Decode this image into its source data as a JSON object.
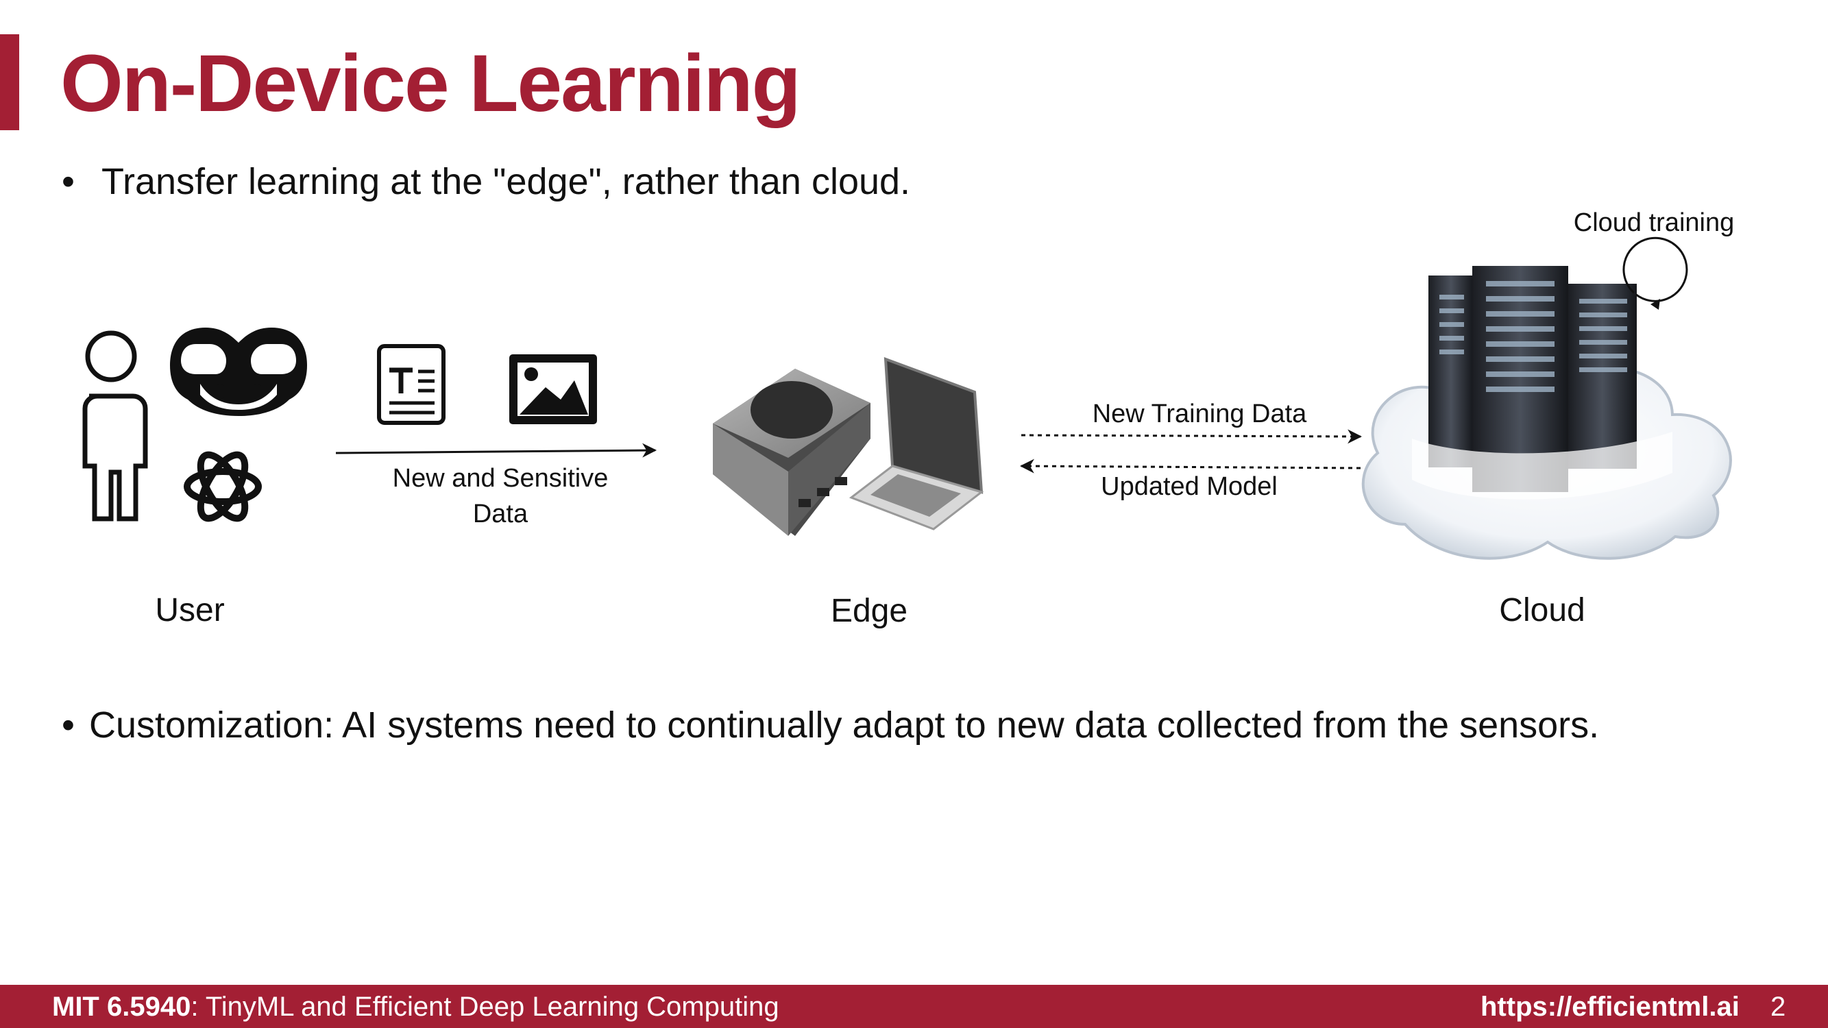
{
  "slide": {
    "title": "On-Device Learning",
    "bullets": [
      "Transfer learning at the \"edge\", rather than cloud.",
      "Customization: AI systems need to continually adapt to new data collected from the sensors."
    ],
    "bullet_symbol": "•"
  },
  "diagram": {
    "user_label": "User",
    "edge_label": "Edge",
    "cloud_label": "Cloud",
    "data_arrow_label": [
      "New and Sensitive",
      "Data"
    ],
    "upload_label": "New Training Data",
    "download_label": "Updated Model",
    "cloud_training_label": "Cloud training",
    "icons": [
      "person-icon",
      "copilot-icon",
      "openai-icon",
      "text-document-icon",
      "image-icon",
      "edge-device-icon",
      "laptop-icon",
      "cloud-icon",
      "server-rack-icon",
      "refresh-loop-icon"
    ]
  },
  "footer": {
    "course_code": "MIT 6.5940",
    "course_name": ": TinyML and Efficient Deep Learning Computing",
    "url": "https://efficientml.ai",
    "page_number": "2"
  },
  "colors": {
    "accent": "#a31f34",
    "text": "#111111",
    "background": "#ffffff"
  }
}
